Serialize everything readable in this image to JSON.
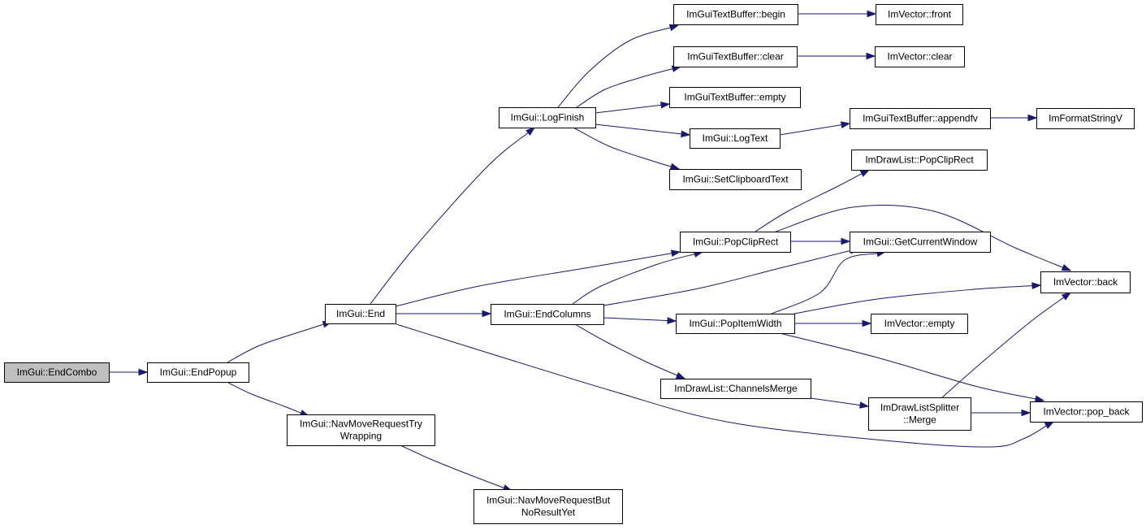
{
  "nodes": [
    {
      "id": "n_endcombo",
      "lines": [
        "ImGui::EndCombo"
      ],
      "root": true
    },
    {
      "id": "n_endpopup",
      "lines": [
        "ImGui::EndPopup"
      ]
    },
    {
      "id": "n_end",
      "lines": [
        "ImGui::End"
      ]
    },
    {
      "id": "n_navwrap",
      "lines": [
        "ImGui::NavMoveRequestTry",
        "Wrapping"
      ]
    },
    {
      "id": "n_navbut",
      "lines": [
        "ImGui::NavMoveRequestBut",
        "NoResultYet"
      ]
    },
    {
      "id": "n_logfinish",
      "lines": [
        "ImGui::LogFinish"
      ]
    },
    {
      "id": "n_endcolumns",
      "lines": [
        "ImGui::EndColumns"
      ]
    },
    {
      "id": "n_tb_begin",
      "lines": [
        "ImGuiTextBuffer::begin"
      ]
    },
    {
      "id": "n_tb_clear",
      "lines": [
        "ImGuiTextBuffer::clear"
      ]
    },
    {
      "id": "n_tb_empty",
      "lines": [
        "ImGuiTextBuffer::empty"
      ]
    },
    {
      "id": "n_logtext",
      "lines": [
        "ImGui::LogText"
      ]
    },
    {
      "id": "n_setclip",
      "lines": [
        "ImGui::SetClipboardText"
      ]
    },
    {
      "id": "n_popcliprect",
      "lines": [
        "ImGui::PopClipRect"
      ]
    },
    {
      "id": "n_popitemwidth",
      "lines": [
        "ImGui::PopItemWidth"
      ]
    },
    {
      "id": "n_channelsmerge",
      "lines": [
        "ImDrawList::ChannelsMerge"
      ]
    },
    {
      "id": "n_vec_front",
      "lines": [
        "ImVector::front"
      ]
    },
    {
      "id": "n_vec_clear",
      "lines": [
        "ImVector::clear"
      ]
    },
    {
      "id": "n_tb_appendfv",
      "lines": [
        "ImGuiTextBuffer::appendfv"
      ]
    },
    {
      "id": "n_formatstringv",
      "lines": [
        "ImFormatStringV"
      ]
    },
    {
      "id": "n_dl_popcliprect",
      "lines": [
        "ImDrawList::PopClipRect"
      ]
    },
    {
      "id": "n_getcurwin",
      "lines": [
        "ImGui::GetCurrentWindow"
      ]
    },
    {
      "id": "n_vec_empty",
      "lines": [
        "ImVector::empty"
      ]
    },
    {
      "id": "n_splitter_merge",
      "lines": [
        "ImDrawListSplitter",
        "::Merge"
      ]
    },
    {
      "id": "n_vec_back",
      "lines": [
        "ImVector::back"
      ]
    },
    {
      "id": "n_vec_popback",
      "lines": [
        "ImVector::pop_back"
      ]
    }
  ],
  "edges": [
    [
      "n_endcombo",
      "n_endpopup"
    ],
    [
      "n_endpopup",
      "n_end"
    ],
    [
      "n_endpopup",
      "n_navwrap"
    ],
    [
      "n_navwrap",
      "n_navbut"
    ],
    [
      "n_end",
      "n_logfinish"
    ],
    [
      "n_end",
      "n_endcolumns"
    ],
    [
      "n_end",
      "n_popcliprect"
    ],
    [
      "n_end",
      "n_vec_popback"
    ],
    [
      "n_logfinish",
      "n_tb_begin"
    ],
    [
      "n_logfinish",
      "n_tb_clear"
    ],
    [
      "n_logfinish",
      "n_tb_empty"
    ],
    [
      "n_logfinish",
      "n_logtext"
    ],
    [
      "n_logfinish",
      "n_setclip"
    ],
    [
      "n_tb_begin",
      "n_vec_front"
    ],
    [
      "n_tb_clear",
      "n_vec_clear"
    ],
    [
      "n_logtext",
      "n_tb_appendfv"
    ],
    [
      "n_tb_appendfv",
      "n_formatstringv"
    ],
    [
      "n_endcolumns",
      "n_popcliprect"
    ],
    [
      "n_endcolumns",
      "n_getcurwin"
    ],
    [
      "n_endcolumns",
      "n_popitemwidth"
    ],
    [
      "n_endcolumns",
      "n_channelsmerge"
    ],
    [
      "n_popcliprect",
      "n_dl_popcliprect"
    ],
    [
      "n_popcliprect",
      "n_getcurwin"
    ],
    [
      "n_popcliprect",
      "n_vec_back"
    ],
    [
      "n_popitemwidth",
      "n_getcurwin"
    ],
    [
      "n_popitemwidth",
      "n_vec_back"
    ],
    [
      "n_popitemwidth",
      "n_vec_empty"
    ],
    [
      "n_popitemwidth",
      "n_vec_popback"
    ],
    [
      "n_channelsmerge",
      "n_splitter_merge"
    ],
    [
      "n_splitter_merge",
      "n_vec_back"
    ],
    [
      "n_splitter_merge",
      "n_vec_popback"
    ]
  ],
  "colors": {
    "edge": "#191970",
    "root_fill": "#bfbfbf",
    "node_fill": "#ffffff",
    "node_border": "#000000"
  }
}
